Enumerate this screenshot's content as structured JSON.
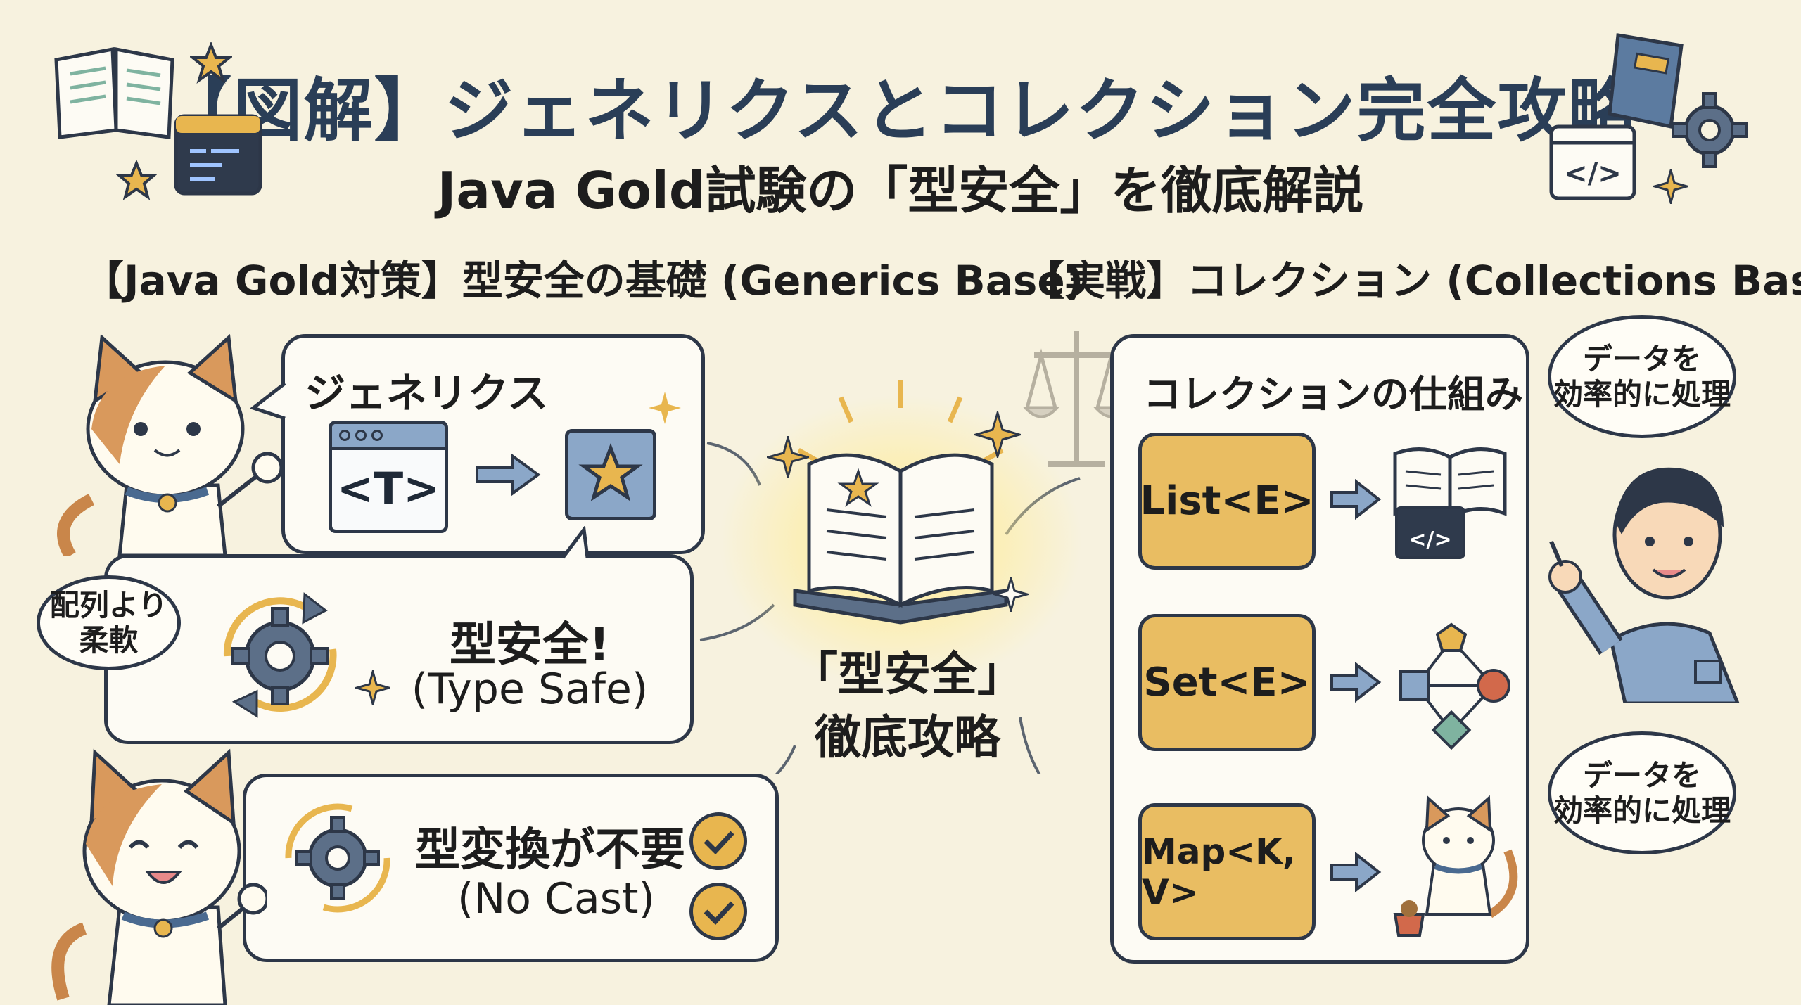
{
  "header": {
    "title": "【図解】ジェネリクスとコレクション完全攻略",
    "subtitle": "Java Gold試験の「型安全」を徹底解説"
  },
  "left": {
    "heading": "【Java Gold対策】型安全の基礎 (Generics Base)",
    "generics_title": "ジェネリクス",
    "type_param": "<T>",
    "type_safe": "型安全!",
    "type_safe_en": "(Type Safe)",
    "no_cast": "型変換が不要",
    "no_cast_en": "(No Cast)",
    "cat_bubble": "配列より柔軟"
  },
  "center": {
    "label_line1": "「型安全」",
    "label_line2": "徹底攻略"
  },
  "right": {
    "heading": "【実戦】コレクション (Collections Base)",
    "panel_title": "コレクションの仕組み",
    "list": "List<E>",
    "set": "Set<E>",
    "map": "Map<K, V>",
    "bubble_top": "データを効率的に処理",
    "bubble_bottom": "データを効率的に処理",
    "code_glyph": "</>"
  },
  "icons": [
    "book-icon",
    "star-icon",
    "code-window-icon",
    "gear-icon",
    "scale-icon",
    "check-icon",
    "arrow-icon",
    "cat-illustration",
    "person-illustration",
    "network-icon",
    "food-bowl-icon",
    "sparkle-icon"
  ],
  "colors": {
    "accent": "#e8b64f",
    "dark": "#2d3748",
    "blue": "#7f9bbd",
    "background": "#f7f2df"
  }
}
